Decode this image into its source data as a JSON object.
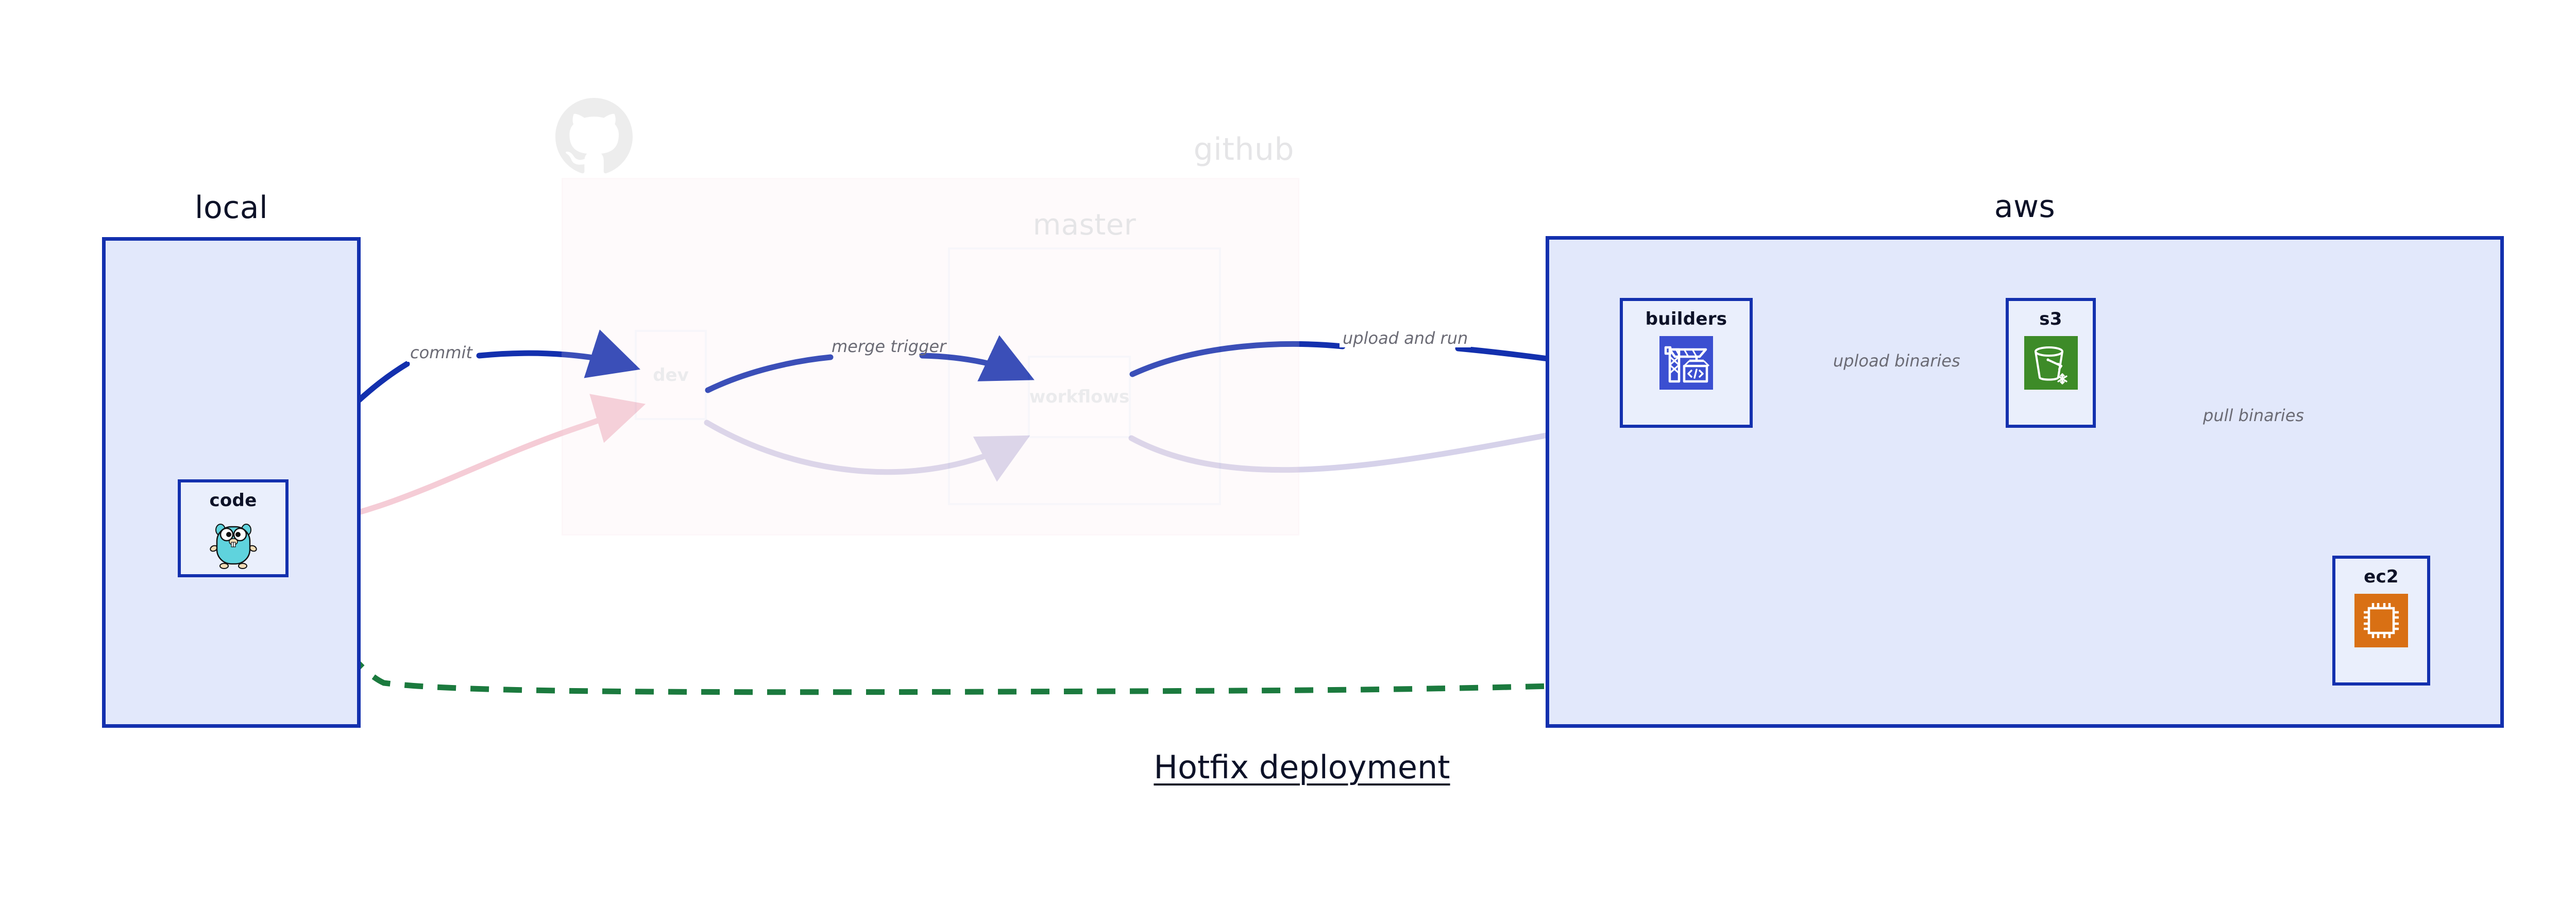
{
  "title": "Hotfix deployment",
  "groups": [
    {
      "id": "local",
      "label": "local",
      "style": "solid"
    },
    {
      "id": "github",
      "label": "github",
      "style": "faded",
      "icon": "github-octocat-icon"
    },
    {
      "id": "master",
      "label": "master",
      "style": "faded"
    },
    {
      "id": "aws",
      "label": "aws",
      "style": "solid"
    }
  ],
  "nodes": [
    {
      "id": "code",
      "label": "code",
      "icon": "go-gopher-icon",
      "group": "local",
      "style": "solid"
    },
    {
      "id": "dev",
      "label": "dev",
      "icon": "",
      "group": "github",
      "style": "faded"
    },
    {
      "id": "workflows",
      "label": "workflows",
      "icon": "",
      "group": "master",
      "style": "faded"
    },
    {
      "id": "builders",
      "label": "builders",
      "icon": "crane-code-icon",
      "group": "aws",
      "style": "solid"
    },
    {
      "id": "s3",
      "label": "s3",
      "icon": "s3-bucket-icon",
      "group": "aws",
      "style": "solid"
    },
    {
      "id": "ec2",
      "label": "ec2",
      "icon": "cpu-chip-icon",
      "group": "aws",
      "style": "solid"
    }
  ],
  "edges": [
    {
      "id": "commit",
      "label": "commit",
      "from": "code",
      "to": "dev",
      "style": "solid-blue"
    },
    {
      "id": "merge-trigger",
      "label": "merge trigger",
      "from": "dev",
      "to": "workflows",
      "style": "solid-blue"
    },
    {
      "id": "upload-and-run",
      "label": "upload and run",
      "from": "workflows",
      "to": "builders",
      "style": "solid-blue"
    },
    {
      "id": "upload-binaries",
      "label": "upload binaries",
      "from": "builders",
      "to": "s3",
      "style": "solid-blue"
    },
    {
      "id": "pull-binaries",
      "label": "pull binaries",
      "from": "s3",
      "to": "ec2",
      "style": "solid-blue"
    },
    {
      "id": "direct-deploy",
      "label": "",
      "from": "code",
      "to": "ec2",
      "style": "dashed-green"
    },
    {
      "id": "faded-back-1",
      "label": "",
      "from": "code",
      "to": "dev",
      "style": "faded-pink"
    },
    {
      "id": "faded-back-2",
      "label": "",
      "from": "dev",
      "to": "workflows",
      "style": "faded-violet"
    },
    {
      "id": "faded-back-3",
      "label": "",
      "from": "workflows",
      "to": "builders",
      "style": "faded-violet"
    }
  ],
  "colors": {
    "node_border": "#1330ae",
    "node_fill": "#eaeffc",
    "group_fill": "#e2e8fb",
    "github_fill": "#fadfe5",
    "edge_blue": "#1330ae",
    "edge_green": "#1b7a3e",
    "label_gray": "#6b6b75",
    "builders_tile": "#3b4fd1",
    "s3_tile": "#3d8b28",
    "ec2_tile": "#d97014",
    "gopher_body": "#5fd3dd"
  }
}
